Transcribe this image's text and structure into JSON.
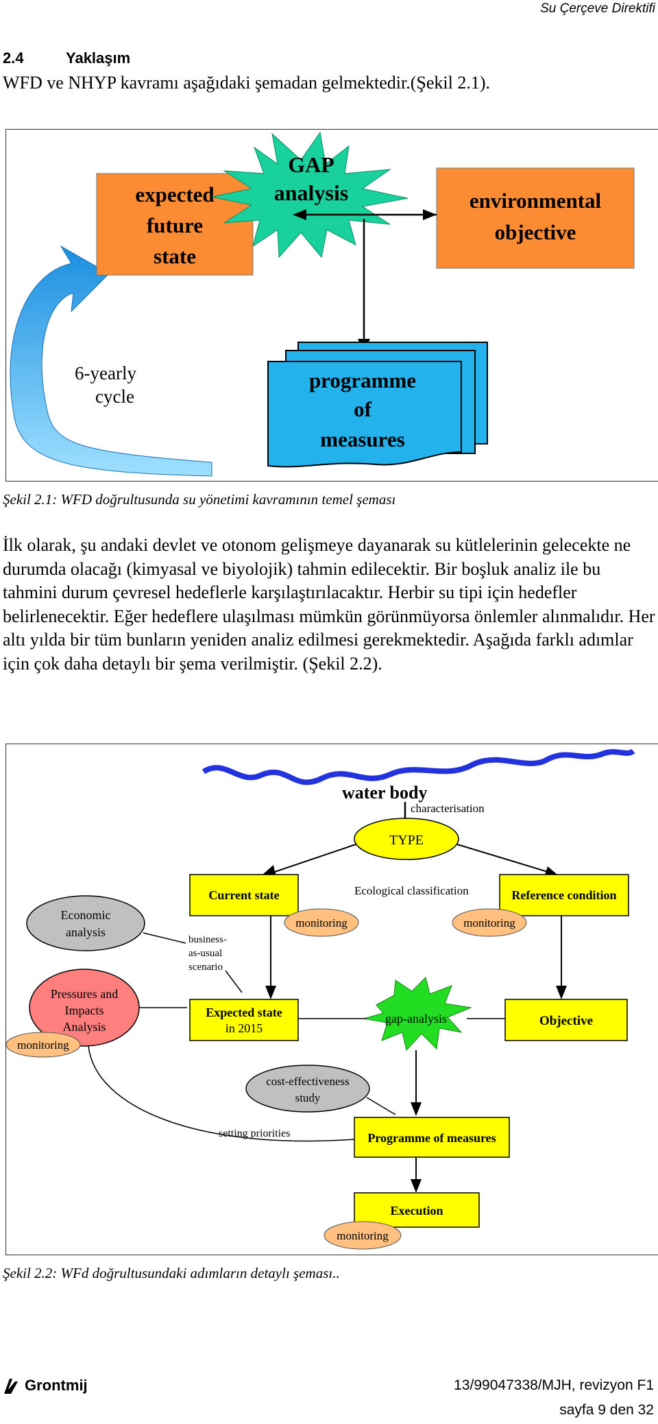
{
  "header": {
    "doc_title": "Su Çerçeve Direktifi"
  },
  "section": {
    "number": "2.4",
    "title": "Yaklaşım"
  },
  "intro_text": "WFD ve NHYP kavramı aşağıdaki şemadan gelmektedir.(Şekil 2.1).",
  "figure1": {
    "gap_label_1": "GAP",
    "gap_label_2": "analysis",
    "expected": [
      "expected",
      "future",
      "state"
    ],
    "environmental": [
      "environmental",
      "objective"
    ],
    "programme": [
      "programme",
      "of",
      "measures"
    ],
    "cycle": [
      "6-yearly",
      "cycle"
    ],
    "colors": {
      "orange": "#fb8c33",
      "green": "#19d19c",
      "blue": "#23b2ec"
    }
  },
  "caption1": "Şekil 2.1: WFD doğrultusunda su yönetimi kavramının temel şeması",
  "paragraph": "İlk olarak, şu andaki devlet ve otonom gelişmeye dayanarak su kütlelerinin gelecekte ne durumda olacağı (kimyasal ve biyolojik) tahmin edilecektir. Bir boşluk analiz ile bu tahmini durum çevresel hedeflerle karşılaştırılacaktır. Herbir su tipi için hedefler belirlenecektir. Eğer hedeflere ulaşılması mümkün görünmüyorsa önlemler alınmalıdır. Her altı yılda bir tüm bunların yeniden analiz edilmesi gerekmektedir. Aşağıda farklı adımlar için çok daha detaylı bir şema verilmiştir. (Şekil 2.2).",
  "figure2": {
    "water_body": "water body",
    "characterisation": "characterisation",
    "type": "TYPE",
    "current_state": "Current state",
    "ecological": "Ecological classification",
    "reference": "Reference condition",
    "monitoring": "monitoring",
    "economic": [
      "Economic",
      "analysis"
    ],
    "business": [
      "business-",
      "as-usual",
      "scenario"
    ],
    "pressures": [
      "Pressures and",
      "Impacts",
      "Analysis"
    ],
    "expected": [
      "Expected state",
      "in 2015"
    ],
    "gap": "gap-analysis",
    "objective": "Objective",
    "cost": [
      "cost-effectiveness",
      "study"
    ],
    "setting": "setting priorities",
    "programme": "Programme of measures",
    "execution": "Execution",
    "colors": {
      "yellow": "#ffff00",
      "grey": "#c0c0c0",
      "salmon": "#ff7f7f",
      "monitor": "#ffc080",
      "green": "#22dd22",
      "river": "#2233dd"
    }
  },
  "caption2": "Şekil 2.2: WFd doğrultusundaki adımların detaylı şeması..",
  "footer": {
    "logo": "Grontmij",
    "ref": "13/99047338/MJH, revizyon F1",
    "page": "sayfa 9 den 32"
  }
}
